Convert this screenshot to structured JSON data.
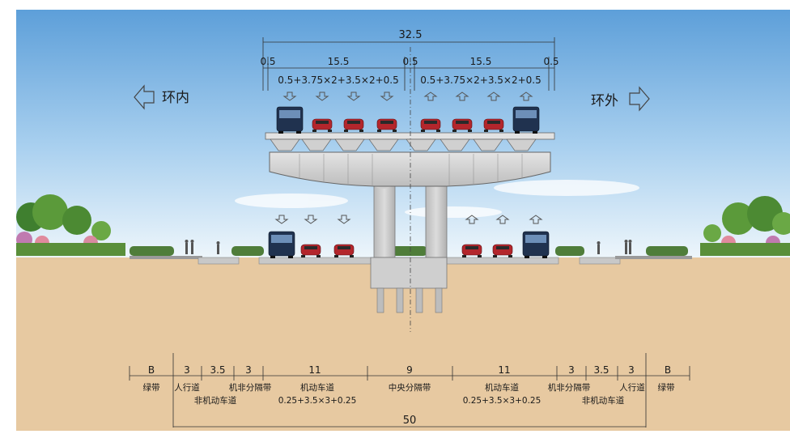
{
  "top_dims": {
    "total": "32.5",
    "parts": [
      "0.5",
      "15.5",
      "0.5",
      "15.5",
      "0.5"
    ],
    "formula_left": "0.5+3.75×2+3.5×2+0.5",
    "formula_right": "0.5+3.75×2+3.5×2+0.5"
  },
  "direction": {
    "left": "环内",
    "right": "环外"
  },
  "bottom_dims": {
    "values": [
      "B",
      "3",
      "3.5",
      "3",
      "11",
      "9",
      "11",
      "3",
      "3.5",
      "3",
      "B"
    ],
    "labels": {
      "green_left": "绿带",
      "sidewalk_left": "人行道",
      "bike_left": "非机动车道",
      "separator_left": "机非分隔带",
      "motor_left": "机动车道",
      "motor_left_formula": "0.25+3.5×3+0.25",
      "median": "中央分隔带",
      "motor_right": "机动车道",
      "motor_right_formula": "0.25+3.5×3+0.25",
      "separator_right": "机非分隔带",
      "bike_right": "非机动车道",
      "sidewalk_right": "人行道",
      "green_right": "绿带"
    },
    "total": "50"
  },
  "colors": {
    "sky_top": "#6aa8dd",
    "sky_bottom": "#e9f4fb",
    "ground": "#e7c9a1",
    "concrete": "#d6d6d6",
    "car_red": "#b3262c",
    "bus_blue": "#20324f"
  }
}
